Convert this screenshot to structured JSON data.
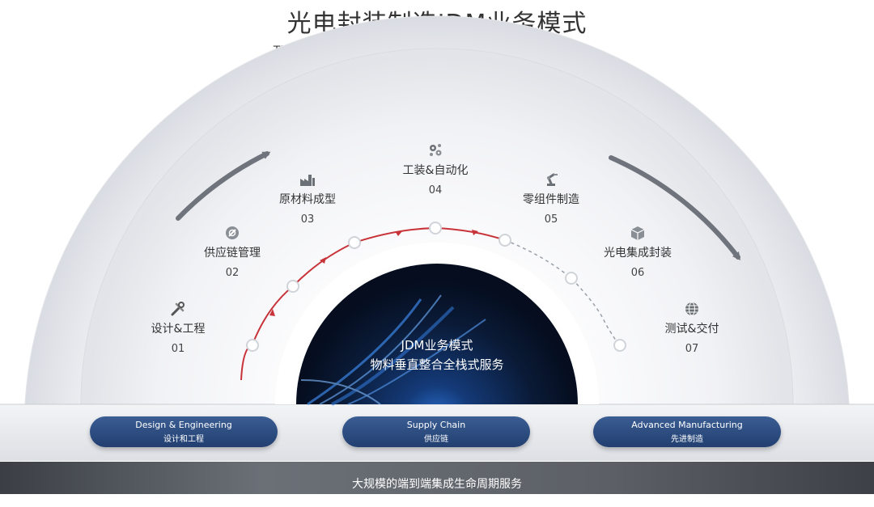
{
  "header": {
    "title": "光电封装制造JDM业务模式",
    "subtitle": "TFC以工带料，从元件、组件的研发、制造到器件模组封装测试。"
  },
  "stages": [
    {
      "label": "设计&工程",
      "num": "01",
      "icon": "tools-icon"
    },
    {
      "label": "供应链管理",
      "num": "02",
      "icon": "link-icon"
    },
    {
      "label": "原材料成型",
      "num": "03",
      "icon": "factory-icon"
    },
    {
      "label": "工装&自动化",
      "num": "04",
      "icon": "gears-icon"
    },
    {
      "label": "零组件制造",
      "num": "05",
      "icon": "robot-arm-icon"
    },
    {
      "label": "光电集成封装",
      "num": "06",
      "icon": "package-icon"
    },
    {
      "label": "测试&交付",
      "num": "07",
      "icon": "globe-icon"
    }
  ],
  "core": {
    "line1": "JDM业务模式",
    "line2": "物料垂直整合全栈式服务"
  },
  "pillars": [
    {
      "en": "Design & Engineering",
      "zh": "设计和工程"
    },
    {
      "en": "Supply Chain",
      "zh": "供应链"
    },
    {
      "en": "Advanced Manufacturing",
      "zh": "先进制造"
    }
  ],
  "footer": {
    "text": "大规模的端到端集成生命周期服务"
  },
  "colors": {
    "progress_red": "#c8333a",
    "pill_blue": "#2c4b80",
    "core_dark": "#0b1830"
  }
}
